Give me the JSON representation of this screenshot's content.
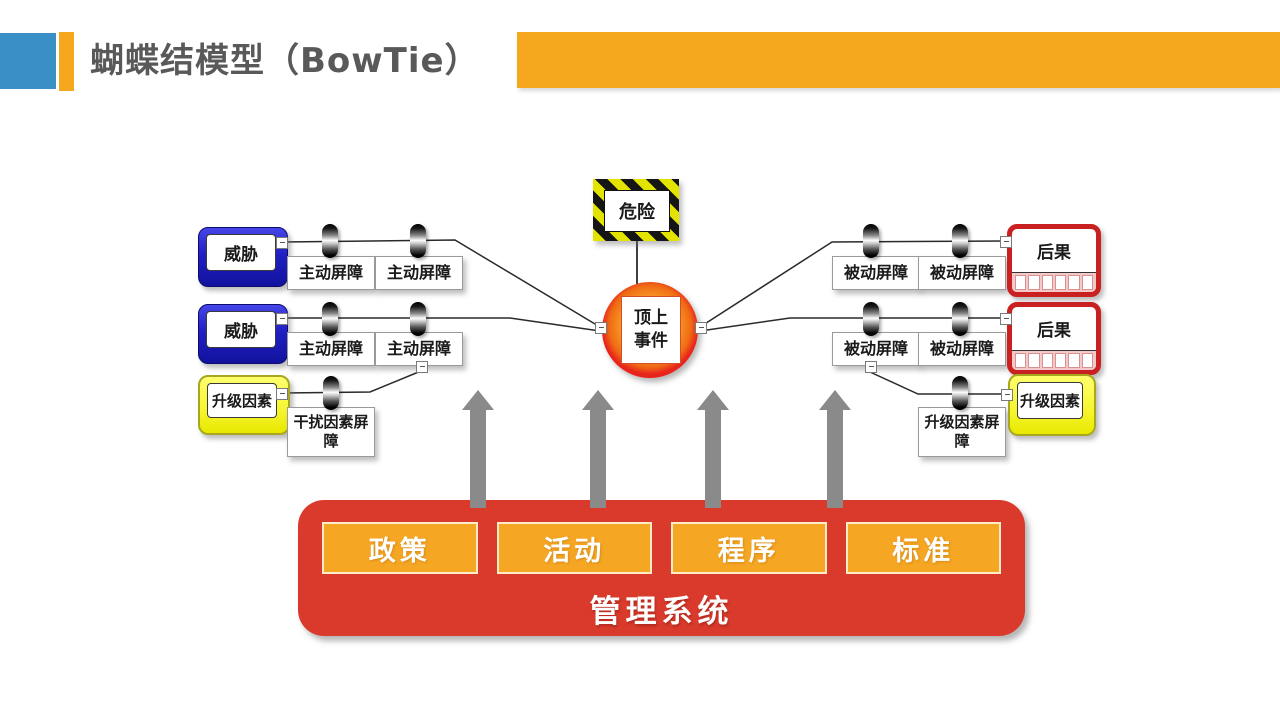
{
  "header": {
    "title": "蝴蝶结模型（BowTie）"
  },
  "diagram": {
    "hazard_label": "危险",
    "top_event": {
      "line1": "顶上",
      "line2": "事件"
    },
    "threats": [
      "威胁",
      "威胁"
    ],
    "escalation_left": "升级因素",
    "active_barriers": [
      "主动屏障",
      "主动屏障",
      "主动屏障",
      "主动屏障"
    ],
    "interference_barrier": "干扰因素屏障",
    "passive_barriers": [
      "被动屏障",
      "被动屏障",
      "被动屏障",
      "被动屏障"
    ],
    "escalation_barrier_right": "升级因素屏障",
    "consequences": [
      "后果",
      "后果"
    ],
    "escalation_right": "升级因素"
  },
  "management": {
    "title": "管理系统",
    "buttons": [
      "政策",
      "活动",
      "程序",
      "标准"
    ]
  },
  "colors": {
    "accent_orange": "#F5A81E",
    "header_blue": "#3A8FC7",
    "title_gray": "#595959",
    "management_red": "#D93A2B",
    "button_orange": "#F5A623",
    "threat_blue": "#2020C4",
    "escalation_yellow": "#F5F52E",
    "consequence_red": "#C92121",
    "hazard_stripe_yellow": "#E3E300",
    "arrow_gray": "#8A8A8A"
  }
}
